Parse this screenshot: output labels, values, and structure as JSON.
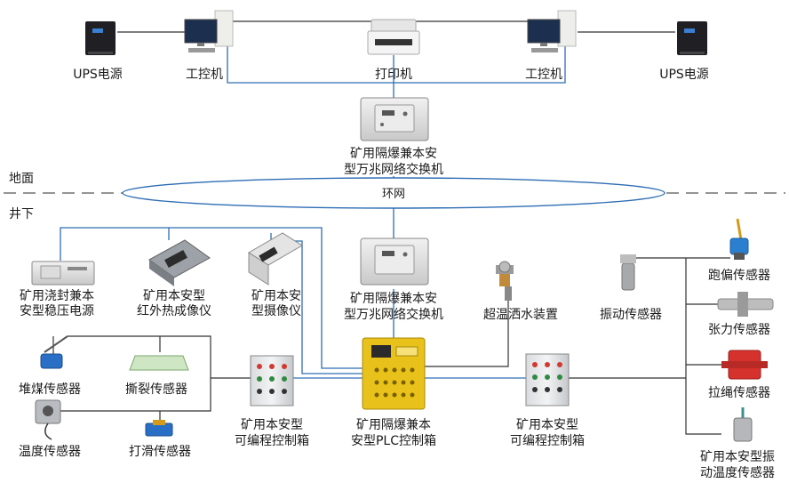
{
  "top": {
    "ups_left": "UPS电源",
    "pc_left": "工控机",
    "printer": "打印机",
    "pc_right": "工控机",
    "ups_right": "UPS电源"
  },
  "switch_top": [
    "矿用隔爆兼本安",
    "型万兆网络交换机"
  ],
  "ground": "地面",
  "underground": "井下",
  "ring": "环网",
  "devices": {
    "regulator": [
      "矿用浇封兼本",
      "安型稳压电源"
    ],
    "infrared": [
      "矿用本安型",
      "红外热成像仪"
    ],
    "camera": [
      "矿用本安",
      "型摄像仪"
    ],
    "switch_bottom": [
      "矿用隔爆兼本安",
      "型万兆网络交换机"
    ],
    "sprinkler": "超温洒水装置",
    "vibration": "振动传感器",
    "deviation": "跑偏传感器",
    "tension": "张力传感器",
    "pullcord": "拉绳传感器",
    "vib_temp": [
      "矿用本安型振",
      "动温度传感器"
    ],
    "coal": "堆煤传感器",
    "tear": "撕裂传感器",
    "temp": "温度传感器",
    "slip": "打滑传感器",
    "plc_left": [
      "矿用本安型",
      "可编程控制箱"
    ],
    "plc_main": [
      "矿用隔爆兼本",
      "安型PLC控制箱"
    ],
    "plc_right": [
      "矿用本安型",
      "可编程控制箱"
    ]
  },
  "colors": {
    "line_blue": "#2e6db4",
    "line_dark": "#333333",
    "box_yellow": "#e8c21a"
  }
}
